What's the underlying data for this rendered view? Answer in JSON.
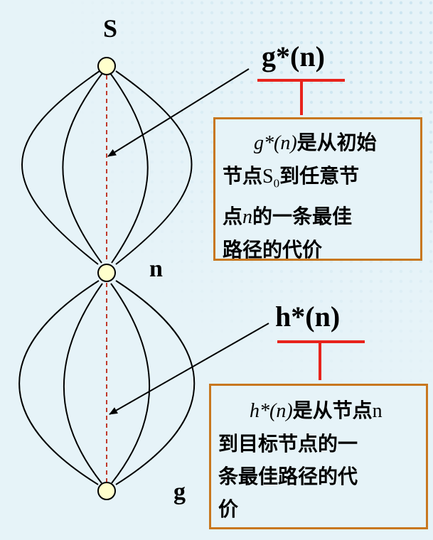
{
  "nodes": {
    "start": "S",
    "middle": "n",
    "goal": "g"
  },
  "g_section": {
    "title": "g*(n)",
    "desc_lines": [
      {
        "math": "g*(n)",
        "text": "是从初始"
      },
      {
        "text_a": "节点",
        "sym": "S",
        "sub": "0",
        "text_b": "到任意节"
      },
      {
        "text_a": "点",
        "sym": "n",
        "text_b": "的一条最佳"
      },
      {
        "text": "路径的代价"
      }
    ]
  },
  "h_section": {
    "title": "h*(n)",
    "desc_lines": [
      {
        "math": "h*(n)",
        "text": "是从节点",
        "sym": "n"
      },
      {
        "text": "到目标节点的一"
      },
      {
        "text": "条最佳路径的代"
      },
      {
        "text": "价"
      }
    ]
  },
  "colors": {
    "background": "#e6f3f8",
    "node_fill": "#ffffcc",
    "optimal_path": "#c0392b",
    "bracket": "#e8231c",
    "box_border": "#c8771f"
  }
}
